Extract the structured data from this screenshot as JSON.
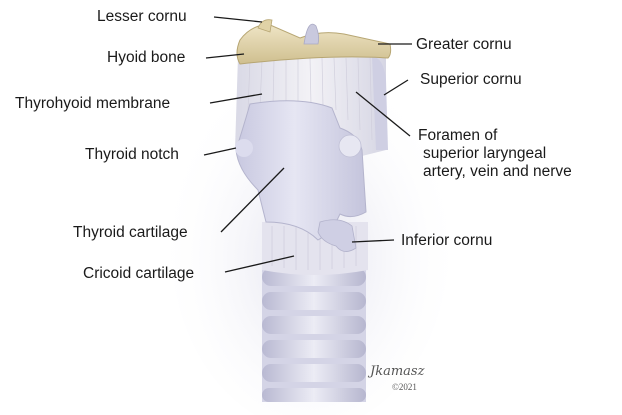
{
  "labels": {
    "lesser_cornu": "Lesser cornu",
    "hyoid_bone": "Hyoid bone",
    "thyrohyoid_membrane": "Thyrohyoid membrane",
    "thyroid_notch": "Thyroid notch",
    "thyroid_cartilage": "Thyroid cartilage",
    "cricoid_cartilage": "Cricoid cartilage",
    "greater_cornu": "Greater cornu",
    "superior_cornu": "Superior cornu",
    "foramen_line1": "Foramen of",
    "foramen_line2": "superior laryngeal",
    "foramen_line3": "artery, vein and nerve",
    "inferior_cornu": "Inferior cornu"
  },
  "signature": {
    "name": "Jkamasz",
    "year": "©2021"
  },
  "colors": {
    "hyoid": "#e4d6ae",
    "cartilage": "#d9d9ec",
    "membrane": "#ecebf1",
    "trachea_ring": "#dadaea",
    "leader_line": "#1a1a1a"
  }
}
